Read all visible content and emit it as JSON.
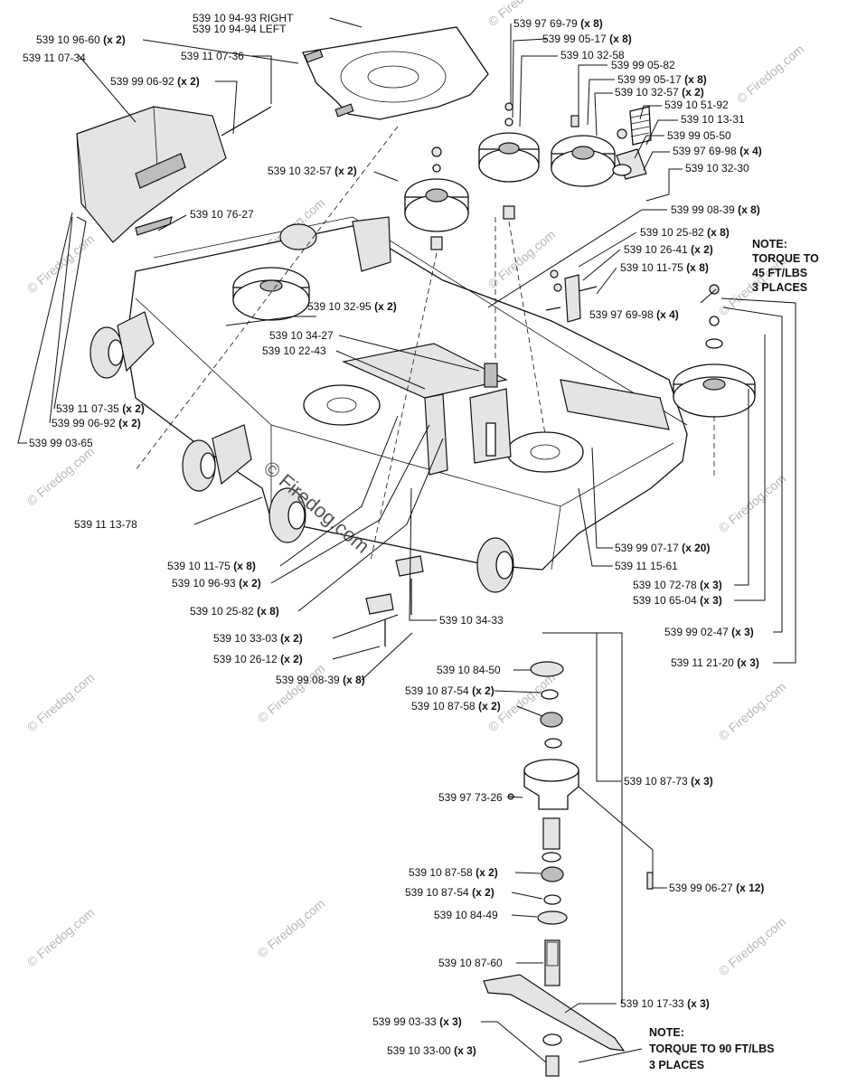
{
  "labels": {
    "l01": {
      "part": "539 10 94-93 RIGHT",
      "qty": ""
    },
    "l02": {
      "part": "539 10 94-94 LEFT",
      "qty": ""
    },
    "l03": {
      "part": "539 10 96-60",
      "qty": "(x 2)"
    },
    "l04": {
      "part": "539 11 07-34",
      "qty": ""
    },
    "l05": {
      "part": "539 11 07-36",
      "qty": ""
    },
    "l06": {
      "part": "539 99 06-92",
      "qty": "(x 2)"
    },
    "l07": {
      "part": "539 97 69-79",
      "qty": "(x 8)"
    },
    "l08": {
      "part": "539 99 05-17",
      "qty": "(x 8)"
    },
    "l09": {
      "part": "539 10 32-58",
      "qty": ""
    },
    "l10": {
      "part": "539 99 05-82",
      "qty": ""
    },
    "l11": {
      "part": "539 99 05-17",
      "qty": "(x 8)"
    },
    "l12": {
      "part": "539 10 32-57",
      "qty": "(x 2)"
    },
    "l13": {
      "part": "539 10 51-92",
      "qty": ""
    },
    "l14": {
      "part": "539 10 13-31",
      "qty": ""
    },
    "l15": {
      "part": "539 99 05-50",
      "qty": ""
    },
    "l16": {
      "part": "539 97 69-98",
      "qty": "(x 4)"
    },
    "l17": {
      "part": "539 10 32-30",
      "qty": ""
    },
    "l18": {
      "part": "539 10 32-57",
      "qty": "(x 2)"
    },
    "l19": {
      "part": "539 10 76-27",
      "qty": ""
    },
    "l20": {
      "part": "539 99 08-39",
      "qty": "(x 8)"
    },
    "l21": {
      "part": "539 10 25-82",
      "qty": "(x 8)"
    },
    "l22": {
      "part": "539 10 26-41",
      "qty": "(x 2)"
    },
    "l23": {
      "part": "539 10 11-75",
      "qty": "(x 8)"
    },
    "l24": {
      "part": "539 97 69-98",
      "qty": "(x 4)"
    },
    "l25": {
      "part": "539 10 32-95",
      "qty": "(x 2)"
    },
    "l26": {
      "part": "539 10 34-27",
      "qty": ""
    },
    "l27": {
      "part": "539 10 22-43",
      "qty": ""
    },
    "l28": {
      "part": "539 11 07-35",
      "qty": "(x 2)"
    },
    "l29": {
      "part": "539 99 06-92",
      "qty": "(x 2)"
    },
    "l30": {
      "part": "539 99 03-65",
      "qty": ""
    },
    "l31": {
      "part": "539 11 13-78",
      "qty": ""
    },
    "l32": {
      "part": "539 10 11-75",
      "qty": "(x 8)"
    },
    "l33": {
      "part": "539 10 96-93",
      "qty": "(x 2)"
    },
    "l34": {
      "part": "539 10 25-82",
      "qty": "(x 8)"
    },
    "l35": {
      "part": "539 10 33-03",
      "qty": "(x 2)"
    },
    "l36": {
      "part": "539 10 26-12",
      "qty": "(x 2)"
    },
    "l37": {
      "part": "539 99 08-39",
      "qty": "(x 8)"
    },
    "l38": {
      "part": "539 10 34-33",
      "qty": ""
    },
    "l39": {
      "part": "539 99 07-17",
      "qty": "(x 20)"
    },
    "l40": {
      "part": "539 11 15-61",
      "qty": ""
    },
    "l41": {
      "part": "539 10 72-78",
      "qty": "(x 3)"
    },
    "l42": {
      "part": "539 10 65-04",
      "qty": "(x 3)"
    },
    "l43": {
      "part": "539 99 02-47",
      "qty": "(x 3)"
    },
    "l44": {
      "part": "539 11 21-20",
      "qty": "(x 3)"
    },
    "l45": {
      "part": "539 10 84-50",
      "qty": ""
    },
    "l46": {
      "part": "539 10 87-54",
      "qty": "(x 2)"
    },
    "l47": {
      "part": "539 10 87-58",
      "qty": "(x 2)"
    },
    "l48": {
      "part": "539 10 87-73",
      "qty": "(x 3)"
    },
    "l49": {
      "part": "539 97 73-26",
      "qty": ""
    },
    "l50": {
      "part": "539 99 06-27",
      "qty": "(x 12)"
    },
    "l51": {
      "part": "539 10 87-58",
      "qty": "(x 2)"
    },
    "l52": {
      "part": "539 10 87-54",
      "qty": "(x 2)"
    },
    "l53": {
      "part": "539 10 84-49",
      "qty": ""
    },
    "l54": {
      "part": "539 10 87-60",
      "qty": ""
    },
    "l55": {
      "part": "539 10 17-33",
      "qty": "(x 3)"
    },
    "l56": {
      "part": "539 99 03-33",
      "qty": "(x 3)"
    },
    "l57": {
      "part": "539 10 33-00",
      "qty": "(x 3)"
    }
  },
  "notes": {
    "top": [
      "NOTE:",
      "TORQUE TO",
      "45 FT/LBS",
      "3 PLACES"
    ],
    "bottom": [
      "NOTE:",
      "TORQUE TO 90 FT/LBS",
      "3 PLACES"
    ]
  },
  "watermark": {
    "text": "© Firedog.com",
    "center_text": "© Firedog.com"
  },
  "colors": {
    "ink": "#111111",
    "paper": "#ffffff",
    "watermark": "#b8b8b8"
  }
}
